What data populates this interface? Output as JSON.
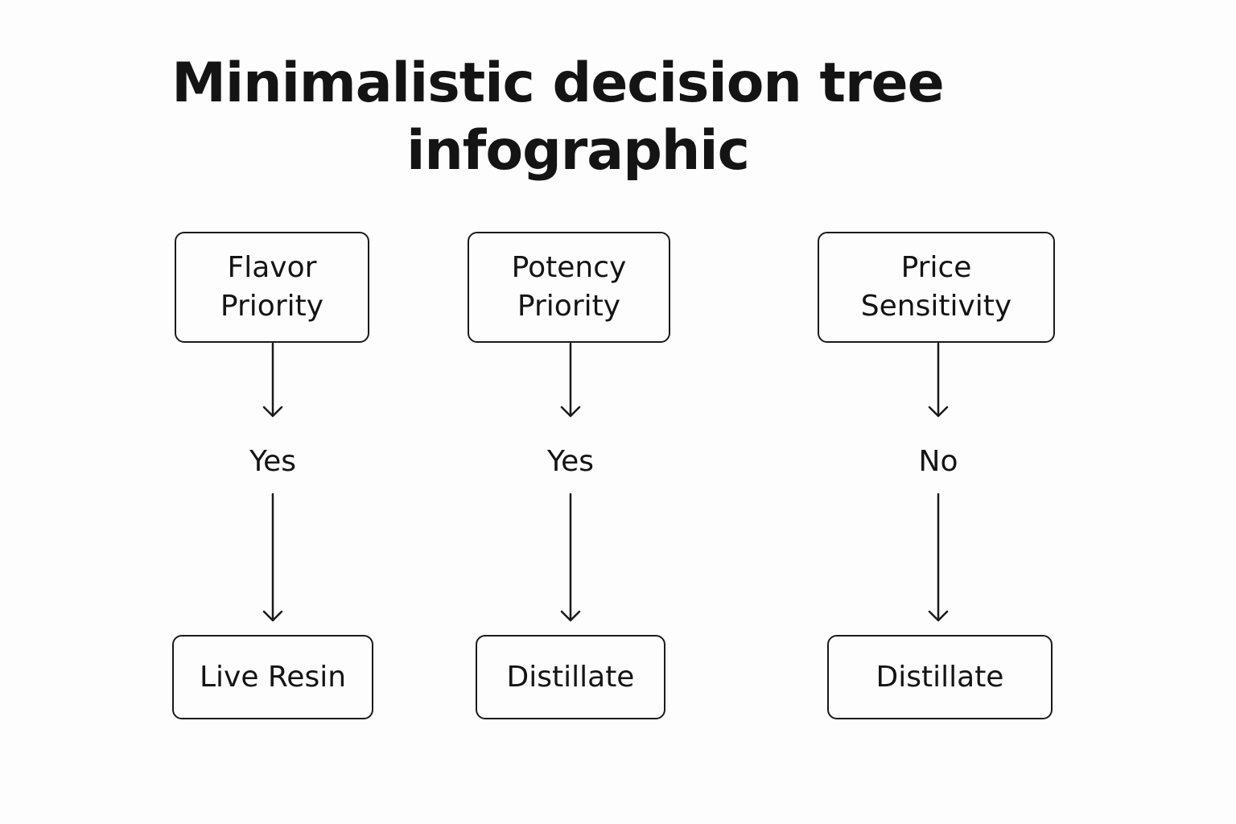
{
  "title": {
    "line1": "Minimalistic decision tree",
    "line2": "infographic"
  },
  "branches": [
    {
      "question": "Flavor\nPriority",
      "answer": "Yes",
      "result": "Live Resin"
    },
    {
      "question": "Potency\nPriority",
      "answer": "Yes",
      "result": "Distillate"
    },
    {
      "question": "Price\nSensitivity",
      "answer": "No",
      "result": "Distillate"
    }
  ],
  "colors": {
    "background": "#fdfdfd",
    "ink": "#1a1a1a"
  }
}
